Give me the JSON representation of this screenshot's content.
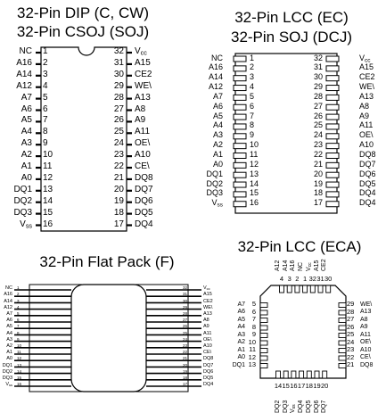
{
  "dip": {
    "title_line1": "32-Pin DIP (C, CW)",
    "title_line2": "32-Pin CSOJ (SOJ)",
    "left_pins": [
      {
        "name": "NC",
        "num": "1"
      },
      {
        "name": "A16",
        "num": "2"
      },
      {
        "name": "A14",
        "num": "3"
      },
      {
        "name": "A12",
        "num": "4"
      },
      {
        "name": "A7",
        "num": "5"
      },
      {
        "name": "A6",
        "num": "6"
      },
      {
        "name": "A5",
        "num": "7"
      },
      {
        "name": "A4",
        "num": "8"
      },
      {
        "name": "A3",
        "num": "9"
      },
      {
        "name": "A2",
        "num": "10"
      },
      {
        "name": "A1",
        "num": "11"
      },
      {
        "name": "A0",
        "num": "12"
      },
      {
        "name": "DQ1",
        "num": "13"
      },
      {
        "name": "DQ2",
        "num": "14"
      },
      {
        "name": "DQ3",
        "num": "15"
      },
      {
        "name": "VSS",
        "num": "16"
      }
    ],
    "right_pins": [
      {
        "name": "VCC",
        "num": "32"
      },
      {
        "name": "A15",
        "num": "31"
      },
      {
        "name": "CE2",
        "num": "30"
      },
      {
        "name": "WE\\",
        "num": "29"
      },
      {
        "name": "A13",
        "num": "28"
      },
      {
        "name": "A8",
        "num": "27"
      },
      {
        "name": "A9",
        "num": "26"
      },
      {
        "name": "A11",
        "num": "25"
      },
      {
        "name": "OE\\",
        "num": "24"
      },
      {
        "name": "A10",
        "num": "23"
      },
      {
        "name": "CE\\",
        "num": "22"
      },
      {
        "name": "DQ8",
        "num": "21"
      },
      {
        "name": "DQ7",
        "num": "20"
      },
      {
        "name": "DQ6",
        "num": "19"
      },
      {
        "name": "DQ5",
        "num": "18"
      },
      {
        "name": "DQ4",
        "num": "17"
      }
    ]
  },
  "lcc": {
    "title_line1": "32-Pin LCC (EC)",
    "title_line2": "32-Pin SOJ (DCJ)",
    "left_pins": [
      {
        "name": "NC",
        "num": "1"
      },
      {
        "name": "A16",
        "num": "2"
      },
      {
        "name": "A14",
        "num": "3"
      },
      {
        "name": "A12",
        "num": "4"
      },
      {
        "name": "A7",
        "num": "5"
      },
      {
        "name": "A6",
        "num": "6"
      },
      {
        "name": "A5",
        "num": "7"
      },
      {
        "name": "A4",
        "num": "8"
      },
      {
        "name": "A3",
        "num": "9"
      },
      {
        "name": "A2",
        "num": "10"
      },
      {
        "name": "A1",
        "num": "11"
      },
      {
        "name": "A0",
        "num": "12"
      },
      {
        "name": "DQ1",
        "num": "13"
      },
      {
        "name": "DQ2",
        "num": "14"
      },
      {
        "name": "DQ3",
        "num": "15"
      },
      {
        "name": "VSS",
        "num": "16"
      }
    ],
    "right_pins": [
      {
        "name": "VCC",
        "num": "32"
      },
      {
        "name": "A15",
        "num": "31"
      },
      {
        "name": "CE2",
        "num": "30"
      },
      {
        "name": "WE\\",
        "num": "29"
      },
      {
        "name": "A13",
        "num": "28"
      },
      {
        "name": "A8",
        "num": "27"
      },
      {
        "name": "A9",
        "num": "26"
      },
      {
        "name": "A11",
        "num": "25"
      },
      {
        "name": "OE\\",
        "num": "24"
      },
      {
        "name": "A10",
        "num": "23"
      },
      {
        "name": "DQ8",
        "num": "22"
      },
      {
        "name": "DQ7",
        "num": "21"
      },
      {
        "name": "DQ6",
        "num": "20"
      },
      {
        "name": "DQ5",
        "num": "19"
      },
      {
        "name": "DQ4",
        "num": "18"
      },
      {
        "name": "DQ4",
        "num": "17"
      }
    ]
  },
  "flatpack": {
    "title": "32-Pin Flat Pack (F)",
    "left_pins": [
      {
        "name": "NC",
        "num": "1"
      },
      {
        "name": "A16",
        "num": "2"
      },
      {
        "name": "A14",
        "num": "3"
      },
      {
        "name": "A12",
        "num": "4"
      },
      {
        "name": "A7",
        "num": "5"
      },
      {
        "name": "A6",
        "num": "6"
      },
      {
        "name": "A5",
        "num": "7"
      },
      {
        "name": "A4",
        "num": "8"
      },
      {
        "name": "A3",
        "num": "9"
      },
      {
        "name": "A2",
        "num": "10"
      },
      {
        "name": "A1",
        "num": "11"
      },
      {
        "name": "A0",
        "num": "12"
      },
      {
        "name": "DQ1",
        "num": "13"
      },
      {
        "name": "DQ2",
        "num": "14"
      },
      {
        "name": "DQ3",
        "num": "15"
      },
      {
        "name": "VSS",
        "num": "16"
      }
    ],
    "right_pins": [
      {
        "name": "VCC",
        "num": "32"
      },
      {
        "name": "A15",
        "num": "31"
      },
      {
        "name": "CE2",
        "num": "30"
      },
      {
        "name": "WE\\",
        "num": "29"
      },
      {
        "name": "A13",
        "num": "28"
      },
      {
        "name": "A8",
        "num": "27"
      },
      {
        "name": "A9",
        "num": "26"
      },
      {
        "name": "A11",
        "num": "25"
      },
      {
        "name": "OE\\",
        "num": "24"
      },
      {
        "name": "A10",
        "num": "23"
      },
      {
        "name": "CE\\",
        "num": "22"
      },
      {
        "name": "DQ8",
        "num": "21"
      },
      {
        "name": "DQ7",
        "num": "20"
      },
      {
        "name": "DQ6",
        "num": "19"
      },
      {
        "name": "DQ5",
        "num": "18"
      },
      {
        "name": "DQ4",
        "num": "17"
      }
    ]
  },
  "eca": {
    "title": "32-Pin LCC (ECA)",
    "top_pins": [
      {
        "name": "A12",
        "num": "4"
      },
      {
        "name": "A14",
        "num": "3"
      },
      {
        "name": "A16",
        "num": "2"
      },
      {
        "name": "NC",
        "num": "1"
      },
      {
        "name": "VCC",
        "num": "32"
      },
      {
        "name": "A15",
        "num": "31"
      },
      {
        "name": "CE2",
        "num": "30"
      }
    ],
    "left_pins": [
      {
        "name": "A7",
        "num": "5"
      },
      {
        "name": "A6",
        "num": "6"
      },
      {
        "name": "A5",
        "num": "7"
      },
      {
        "name": "A4",
        "num": "8"
      },
      {
        "name": "A3",
        "num": "9"
      },
      {
        "name": "A2",
        "num": "10"
      },
      {
        "name": "A1",
        "num": "11"
      },
      {
        "name": "A0",
        "num": "12"
      },
      {
        "name": "DQ1",
        "num": "13"
      }
    ],
    "right_pins": [
      {
        "name": "WE\\",
        "num": "29"
      },
      {
        "name": "A13",
        "num": "28"
      },
      {
        "name": "A8",
        "num": "27"
      },
      {
        "name": "A9",
        "num": "26"
      },
      {
        "name": "A11",
        "num": "25"
      },
      {
        "name": "OE\\",
        "num": "24"
      },
      {
        "name": "A10",
        "num": "23"
      },
      {
        "name": "CE\\",
        "num": "22"
      },
      {
        "name": "DQ8",
        "num": "21"
      }
    ],
    "bottom_pins": [
      {
        "name": "DQ2",
        "num": "14"
      },
      {
        "name": "DQ3",
        "num": "15"
      },
      {
        "name": "VSS",
        "num": "16"
      },
      {
        "name": "DQ4",
        "num": "17"
      },
      {
        "name": "DQ5",
        "num": "18"
      },
      {
        "name": "DQ6",
        "num": "19"
      },
      {
        "name": "DQ7",
        "num": "20"
      }
    ]
  }
}
